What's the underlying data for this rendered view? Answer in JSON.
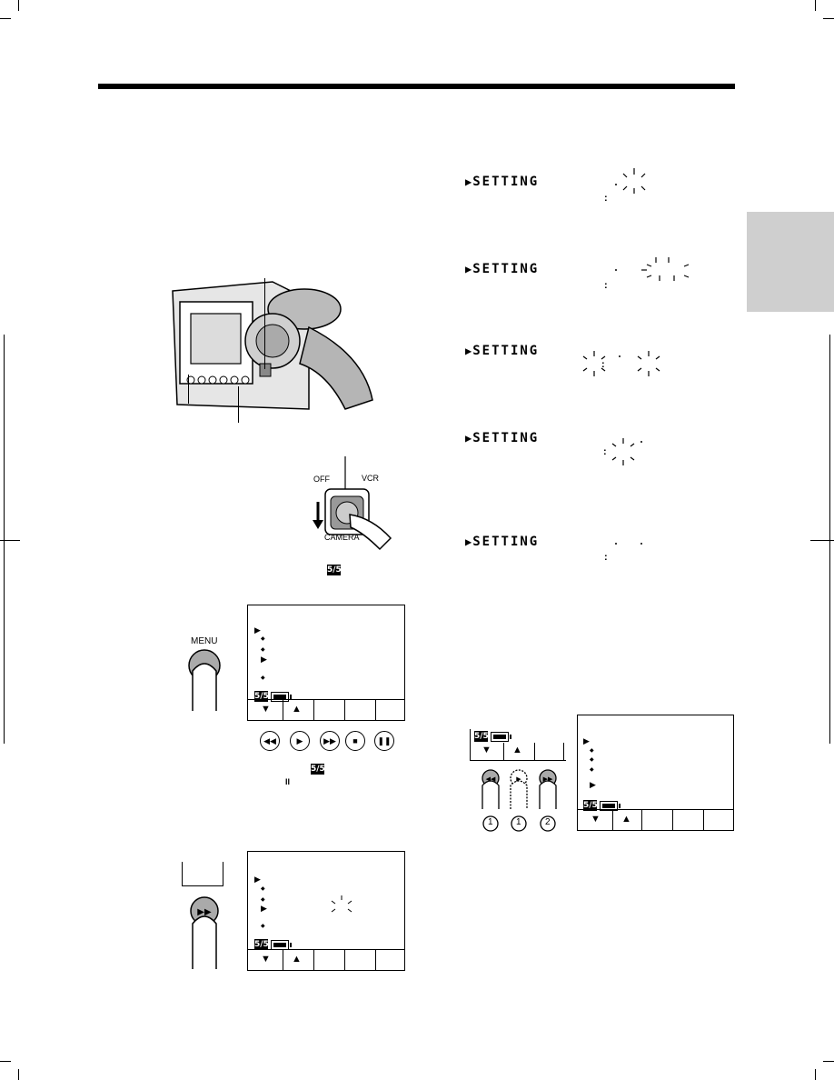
{
  "page": {
    "setting_labels": [
      "SETTING",
      "SETTING",
      "SETTING",
      "SETTING",
      "SETTING"
    ],
    "menu_label": "MENU",
    "switch_labels": {
      "off": "OFF",
      "vcr": "VCR",
      "camera": "CAMERA"
    },
    "page_icon": "5/5",
    "pause_glyph": "II",
    "circled": [
      "1",
      "1",
      "2"
    ]
  },
  "icons": [
    "play-triangle-icon",
    "down-arrow-icon",
    "up-arrow-icon",
    "battery-icon",
    "rewind-icon",
    "play-icon",
    "fast-forward-icon",
    "stop-icon",
    "pause-icon"
  ]
}
